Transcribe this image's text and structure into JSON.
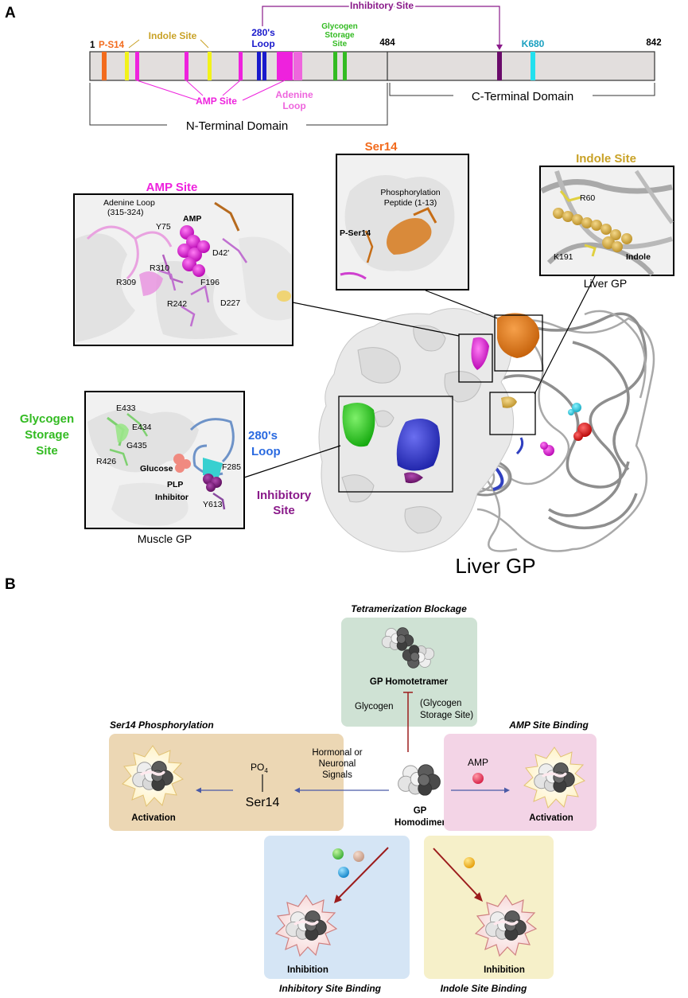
{
  "panel_a": {
    "panel_label": "A",
    "sequence_start": "1",
    "sequence_mid": "484",
    "sequence_end": "842",
    "sites_top": {
      "p_s14": "P-S14",
      "indole_site": "Indole Site",
      "loop_280_line1": "280's",
      "loop_280_line2": "Loop",
      "glycogen_line1": "Glycogen",
      "glycogen_line2": "Storage",
      "glycogen_line3": "Site",
      "inhibitory_site": "Inhibitory Site",
      "k680": "K680"
    },
    "sites_bottom": {
      "amp_site": "AMP Site",
      "adenine_line1": "Adenine",
      "adenine_line2": "Loop"
    },
    "domains": {
      "n_terminal": "N-Terminal Domain",
      "c_terminal": "C-Terminal Domain"
    },
    "insets": {
      "amp": {
        "title": "AMP Site",
        "adenine_loop_line1": "Adenine Loop",
        "adenine_loop_line2": "(315-324)",
        "amp": "AMP",
        "y75": "Y75",
        "d42": "D42'",
        "r310": "R310",
        "r309": "R309",
        "f196": "F196",
        "r242": "R242",
        "d227": "D227"
      },
      "ser14": {
        "title": "Ser14",
        "peptide_line1": "Phosphorylation",
        "peptide_line2": "Peptide (1-13)",
        "p_ser14": "P-Ser14"
      },
      "indole": {
        "title": "Indole Site",
        "r60": "R60",
        "k191": "K191",
        "indole": "Indole",
        "caption": "Liver GP"
      },
      "muscle": {
        "glycogen_line1": "Glycogen",
        "glycogen_line2": "Storage",
        "glycogen_line3": "Site",
        "loop_line1": "280's",
        "loop_line2": "Loop",
        "inhibitory_line1": "Inhibitory",
        "inhibitory_line2": "Site",
        "e433": "E433",
        "e434": "E434",
        "g435": "G435",
        "r426": "R426",
        "glucose": "Glucose",
        "plp": "PLP",
        "inhibitor": "Inhibitor",
        "f285": "F285",
        "y613": "Y613",
        "caption": "Muscle GP"
      }
    },
    "main_caption": "Liver GP"
  },
  "panel_b": {
    "panel_label": "B",
    "tetramer": {
      "title": "Tetramerization Blockage",
      "label": "GP Homotetramer",
      "glycogen": "Glycogen",
      "gss_line1": "(Glycogen",
      "gss_line2": "Storage Site)"
    },
    "ser14": {
      "title": "Ser14 Phosphorylation",
      "po4": "PO",
      "po4_sub": "4",
      "ser14": "Ser14",
      "activation": "Activation"
    },
    "center": {
      "signals_line1": "Hormonal or",
      "signals_line2": "Neuronal",
      "signals_line3": "Signals",
      "gp_line1": "GP",
      "gp_line2": "Homodimer"
    },
    "amp": {
      "title": "AMP Site Binding",
      "amp": "AMP",
      "activation": "Activation"
    },
    "inhibitory": {
      "title": "Inhibitory Site Binding",
      "inhibition": "Inhibition"
    },
    "indole": {
      "title": "Indole Site Binding",
      "inhibition": "Inhibition"
    }
  },
  "colors": {
    "p_s14": "#f26b1d",
    "indole": "#c9a227",
    "loop_280": "#1a1acc",
    "glycogen": "#33bb22",
    "inhibitory": "#8a1a8a",
    "k680": "#1aa0c0",
    "amp": "#ee22dd",
    "adenine": "#ee66dd",
    "loop_280_blue": "#2a6ae0",
    "tetramer_box": "#cfe2d4",
    "ser14_box": "#ecd7b4",
    "amp_box": "#f3d4e6",
    "inhib_box": "#d5e5f5",
    "indole_box": "#f6f0c9",
    "inhibit_arrow": "#9c1c1c",
    "activate_arrow": "#4a5aa6"
  }
}
